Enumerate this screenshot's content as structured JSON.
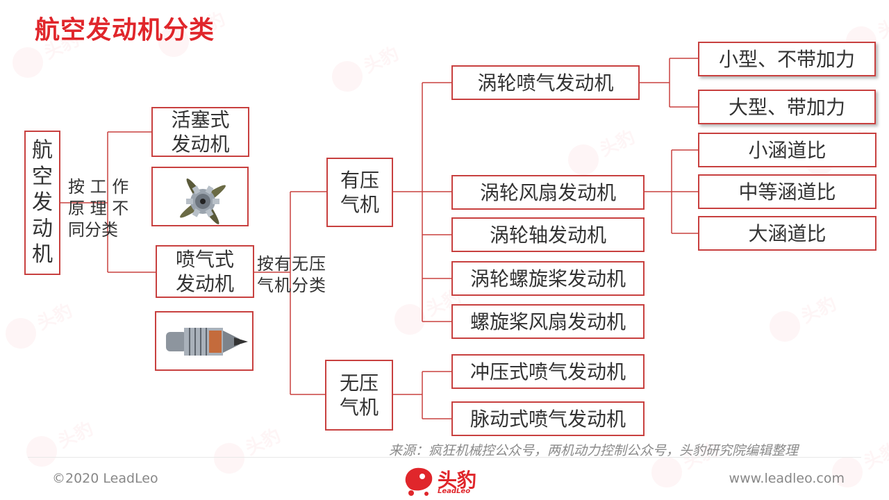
{
  "title": "航空发动机分类",
  "root": "航空发动机",
  "by_principle_label": "按 工 作\n原 理 不\n同分类",
  "piston_engine": "活塞式\n发动机",
  "jet_engine": "喷气式\n发动机",
  "by_compressor_label": "按有无压\n气机分类",
  "with_compressor": "有压\n气机",
  "without_compressor": "无压\n气机",
  "turbojet": "涡轮喷气发动机",
  "turbojet_small": "小型、不带加力",
  "turbojet_large": "大型、带加力",
  "turbofan": "涡轮风扇发动机",
  "bypass_small": "小涵道比",
  "bypass_medium": "中等涵道比",
  "bypass_large": "大涵道比",
  "turboshaft": "涡轮轴发动机",
  "turboprop": "涡轮螺旋桨发动机",
  "propfan": "螺旋桨风扇发动机",
  "ramjet": "冲压式喷气发动机",
  "pulsejet": "脉动式喷气发动机",
  "source": "来源：疯狂机械控公众号，两机动力控制公众号，头豹研究院编辑整理",
  "copyright": "©2020 LeadLeo",
  "website": "www.leadleo.com",
  "logo": {
    "text": "头豹",
    "sub": "LeadLeo"
  },
  "colors": {
    "accent": "#e0262b",
    "line": "#c8403f"
  }
}
